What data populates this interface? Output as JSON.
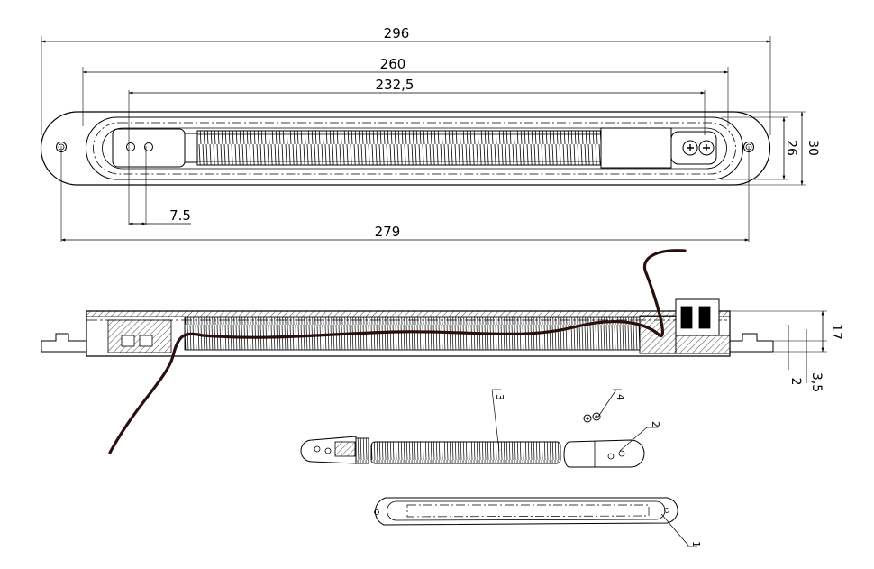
{
  "top_view": {
    "dimensions": {
      "overall_length": "296",
      "inner_length": "260",
      "spring_length": "232,5",
      "hole_spacing": "279",
      "hole_offset": "7.5",
      "overall_width": "30",
      "inner_width": "26"
    }
  },
  "side_view": {
    "dimensions": {
      "height": "17",
      "flange_thickness": "2",
      "flange_offset": "3,5"
    }
  },
  "exploded_view": {
    "part_numbers": [
      "1",
      "2",
      "3",
      "4"
    ]
  },
  "colors": {
    "line": "#000000",
    "cable": "#2a0f0f",
    "background": "#ffffff"
  }
}
